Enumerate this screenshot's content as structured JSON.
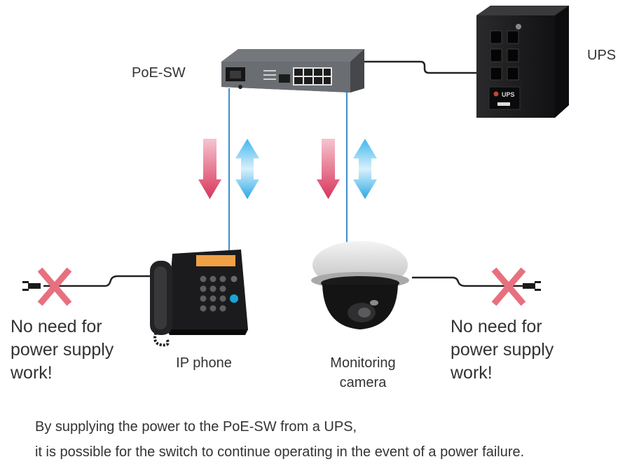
{
  "labels": {
    "poe_switch": "PoE-SW",
    "ups": "UPS",
    "ups_panel": "UPS",
    "ip_phone": "IP phone",
    "camera": "Monitoring\ncamera",
    "no_need_left": "No need for\npower supply\nwork!",
    "no_need_right": "No need for\npower supply\nwork!"
  },
  "footer": {
    "line1": "By supplying the power to the PoE-SW from a UPS,",
    "line2": "it is possible for the switch to continue operating in the event of a power failure."
  },
  "colors": {
    "poe_cable": "#3d8fd1",
    "power_arrow": "#d8355a",
    "data_arrow": "#2aa8e6",
    "cross": "#e8707e",
    "device_dark": "#1d1d1f"
  }
}
